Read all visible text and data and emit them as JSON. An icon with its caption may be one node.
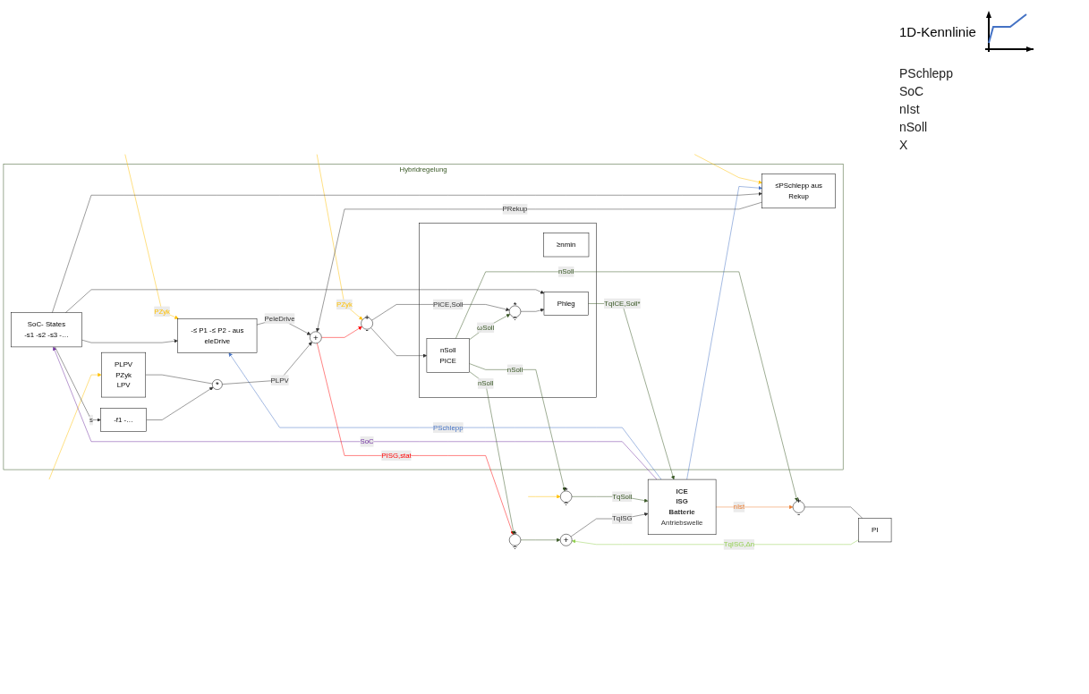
{
  "diagram": {
    "nodes": [
      {
        "text": [
          "Hybridregelung"
        ]
      },
      {
        "text": [
          "SoC- States",
          "-s1 -s2 -s3 -…"
        ],
        "in": 0
      },
      {
        "text": [
          "-≤ P1 -≤ P2 - aus",
          "eleDrive"
        ],
        "in": 0
      },
      {
        "text": [
          "PLPV",
          "PZyk",
          "LPV"
        ],
        "in": 0
      },
      {
        "text": [
          "*"
        ],
        "in": 0
      },
      {
        "text": [
          "-f1 -…"
        ],
        "in": 0
      },
      {
        "text": [
          "≤PSchlepp aus",
          "Rekup"
        ],
        "in": 0
      },
      {
        "text": [
          "+"
        ],
        "in": 0
      },
      {
        "text": [
          "+",
          "-"
        ],
        "in": 0
      },
      {
        "text": [],
        "shape": "box",
        "in": 0
      },
      {
        "text": [
          "nSoll",
          "PICE"
        ],
        "in": 9
      },
      {
        "text": [
          "≥nmin"
        ],
        "in": 9
      },
      {
        "text": [
          "*",
          "÷"
        ],
        "in": 9
      },
      {
        "text": [
          "Phleg"
        ],
        "in": 9
      },
      {
        "text": [
          "*",
          "÷"
        ]
      },
      {
        "text": [
          "*",
          "÷"
        ]
      },
      {
        "text": [
          "+"
        ]
      },
      {
        "text": [
          "+",
          "-"
        ]
      },
      {
        "text": [
          "PI"
        ]
      },
      {
        "text": [
          "ICE",
          "ISG",
          "Batterie",
          "Antriebswelle"
        ]
      }
    ],
    "edges": [
      {
        "from": null,
        "to": 2,
        "arrow": "to",
        "label": "PZyk",
        "color": "#ffc000"
      },
      {
        "from": null,
        "to": 3,
        "arrow": "to",
        "color": "#ffc000"
      },
      {
        "from": null,
        "to": 6,
        "arrow": "to",
        "color": "#ffc000"
      },
      {
        "from": null,
        "to": 8,
        "arrow": "to",
        "label": "PZyk",
        "color": "#ffc000"
      },
      {
        "from": null,
        "to": 15,
        "arrow": "to",
        "color": "#ffc000"
      },
      {
        "from": 19,
        "to": 2,
        "arrow": "to",
        "label": "PSchlepp",
        "color": "#4472c4"
      },
      {
        "from": 19,
        "to": 6,
        "arrow": "to",
        "color": "#4472c4"
      },
      {
        "from": 19,
        "to": 1,
        "arrow": "to",
        "label": "SoC",
        "color": "#7030a0"
      },
      {
        "from": 1,
        "to": 2,
        "arrow": "to"
      },
      {
        "from": 1,
        "to": 5,
        "arrow": "to",
        "label": "s"
      },
      {
        "from": 1,
        "to": 6,
        "arrow": "to"
      },
      {
        "from": 1,
        "to": 13,
        "arrow": "to"
      },
      {
        "from": 3,
        "to": 4,
        "arrow": "none"
      },
      {
        "from": 5,
        "to": 4,
        "arrow": "to"
      },
      {
        "from": 2,
        "to": 7,
        "arrow": "to",
        "label": "PeleDrive"
      },
      {
        "from": 4,
        "to": 7,
        "arrow": "to",
        "label": "PLPV"
      },
      {
        "from": 6,
        "to": 7,
        "arrow": "to",
        "label": "PRekup"
      },
      {
        "from": 7,
        "to": 14,
        "arrow": "to",
        "label": "PISG,stat",
        "color": "#ff0000"
      },
      {
        "from": 7,
        "to": 8,
        "arrow": "to",
        "color": "#ff0000"
      },
      {
        "from": 8,
        "to": 12,
        "arrow": "to",
        "label": "PICE,Soll"
      },
      {
        "from": 8,
        "to": 10,
        "arrow": "to"
      },
      {
        "from": 10,
        "to": 12,
        "arrow": "to",
        "label": "ωSoll",
        "color": "#375623"
      },
      {
        "from": 10,
        "to": 14,
        "arrow": "to",
        "label": "nSoll",
        "color": "#375623"
      },
      {
        "from": 10,
        "to": 15,
        "arrow": "to",
        "label": "nSoll",
        "color": "#375623"
      },
      {
        "from": 10,
        "to": 17,
        "arrow": "to",
        "label": "nSoll",
        "color": "#375623"
      },
      {
        "from": 12,
        "to": 13,
        "arrow": "to"
      },
      {
        "from": 13,
        "to": 19,
        "arrow": "to",
        "label": "TqICE,Soll*",
        "color": "#375623"
      },
      {
        "from": 14,
        "to": 16,
        "arrow": "to",
        "color": "#375623"
      },
      {
        "from": 15,
        "to": 19,
        "arrow": "to",
        "label": "TqSoll",
        "color": "#375623"
      },
      {
        "from": 16,
        "to": 19,
        "arrow": "to",
        "label": "TqISG"
      },
      {
        "from": 17,
        "to": 18,
        "arrow": "none"
      },
      {
        "from": 18,
        "to": 16,
        "arrow": "to",
        "label": "TqISG,Δn",
        "color": "#92d050"
      },
      {
        "from": 19,
        "to": 17,
        "arrow": "to",
        "label": "nIst",
        "color": "#ed7d31"
      }
    ],
    "labels": [
      "PSchlepp",
      "SoC",
      "nIst",
      "nSoll",
      "X"
    ],
    "legend": [
      {
        "text": "1D-Kennlinie"
      }
    ]
  }
}
